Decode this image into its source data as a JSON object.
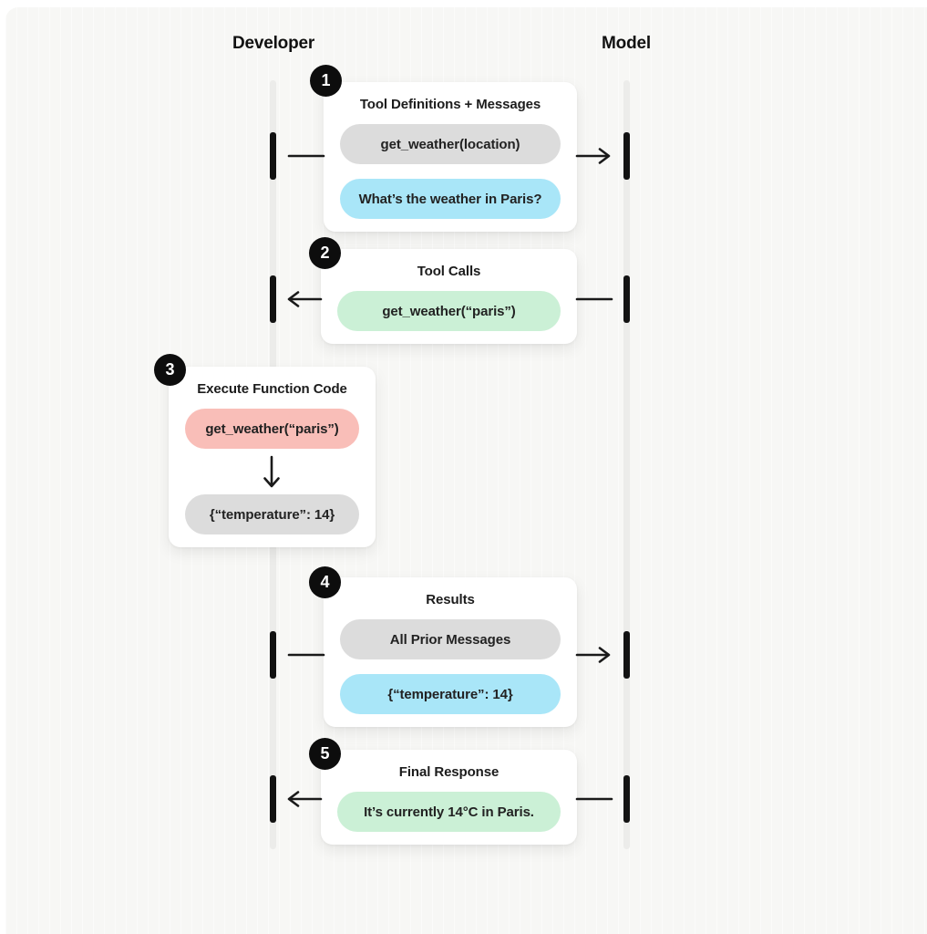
{
  "diagram": {
    "left_actor": "Developer",
    "right_actor": "Model"
  },
  "steps": [
    {
      "number": "1",
      "title": "Tool Definitions + Messages",
      "pills": [
        {
          "text": "get_weather(location)",
          "color": "gray"
        },
        {
          "text": "What’s the weather in Paris?",
          "color": "blue"
        }
      ],
      "arrow": "developer-to-model"
    },
    {
      "number": "2",
      "title": "Tool Calls",
      "pills": [
        {
          "text": "get_weather(“paris”)",
          "color": "green"
        }
      ],
      "arrow": "model-to-developer"
    },
    {
      "number": "3",
      "title": "Execute Function Code",
      "pills": [
        {
          "text": "get_weather(“paris”)",
          "color": "red"
        },
        {
          "text": "{“temperature”: 14}",
          "color": "gray"
        }
      ],
      "arrow": "internal-down"
    },
    {
      "number": "4",
      "title": "Results",
      "pills": [
        {
          "text": "All Prior Messages",
          "color": "gray"
        },
        {
          "text": "{“temperature”: 14}",
          "color": "blue"
        }
      ],
      "arrow": "developer-to-model"
    },
    {
      "number": "5",
      "title": "Final Response",
      "pills": [
        {
          "text": "It’s currently 14°C in Paris.",
          "color": "green"
        }
      ],
      "arrow": "model-to-developer"
    }
  ],
  "colors": {
    "canvas": "#f7f7f5",
    "card": "#ffffff",
    "lifeline": "#ececea",
    "bar": "#121212",
    "arrow": "#1a1a1a",
    "badge": "#0d0d0d",
    "pill_gray": "#dcdcdc",
    "pill_blue": "#a9e6f8",
    "pill_green": "#cbf0d6",
    "pill_red": "#f9beb8"
  }
}
